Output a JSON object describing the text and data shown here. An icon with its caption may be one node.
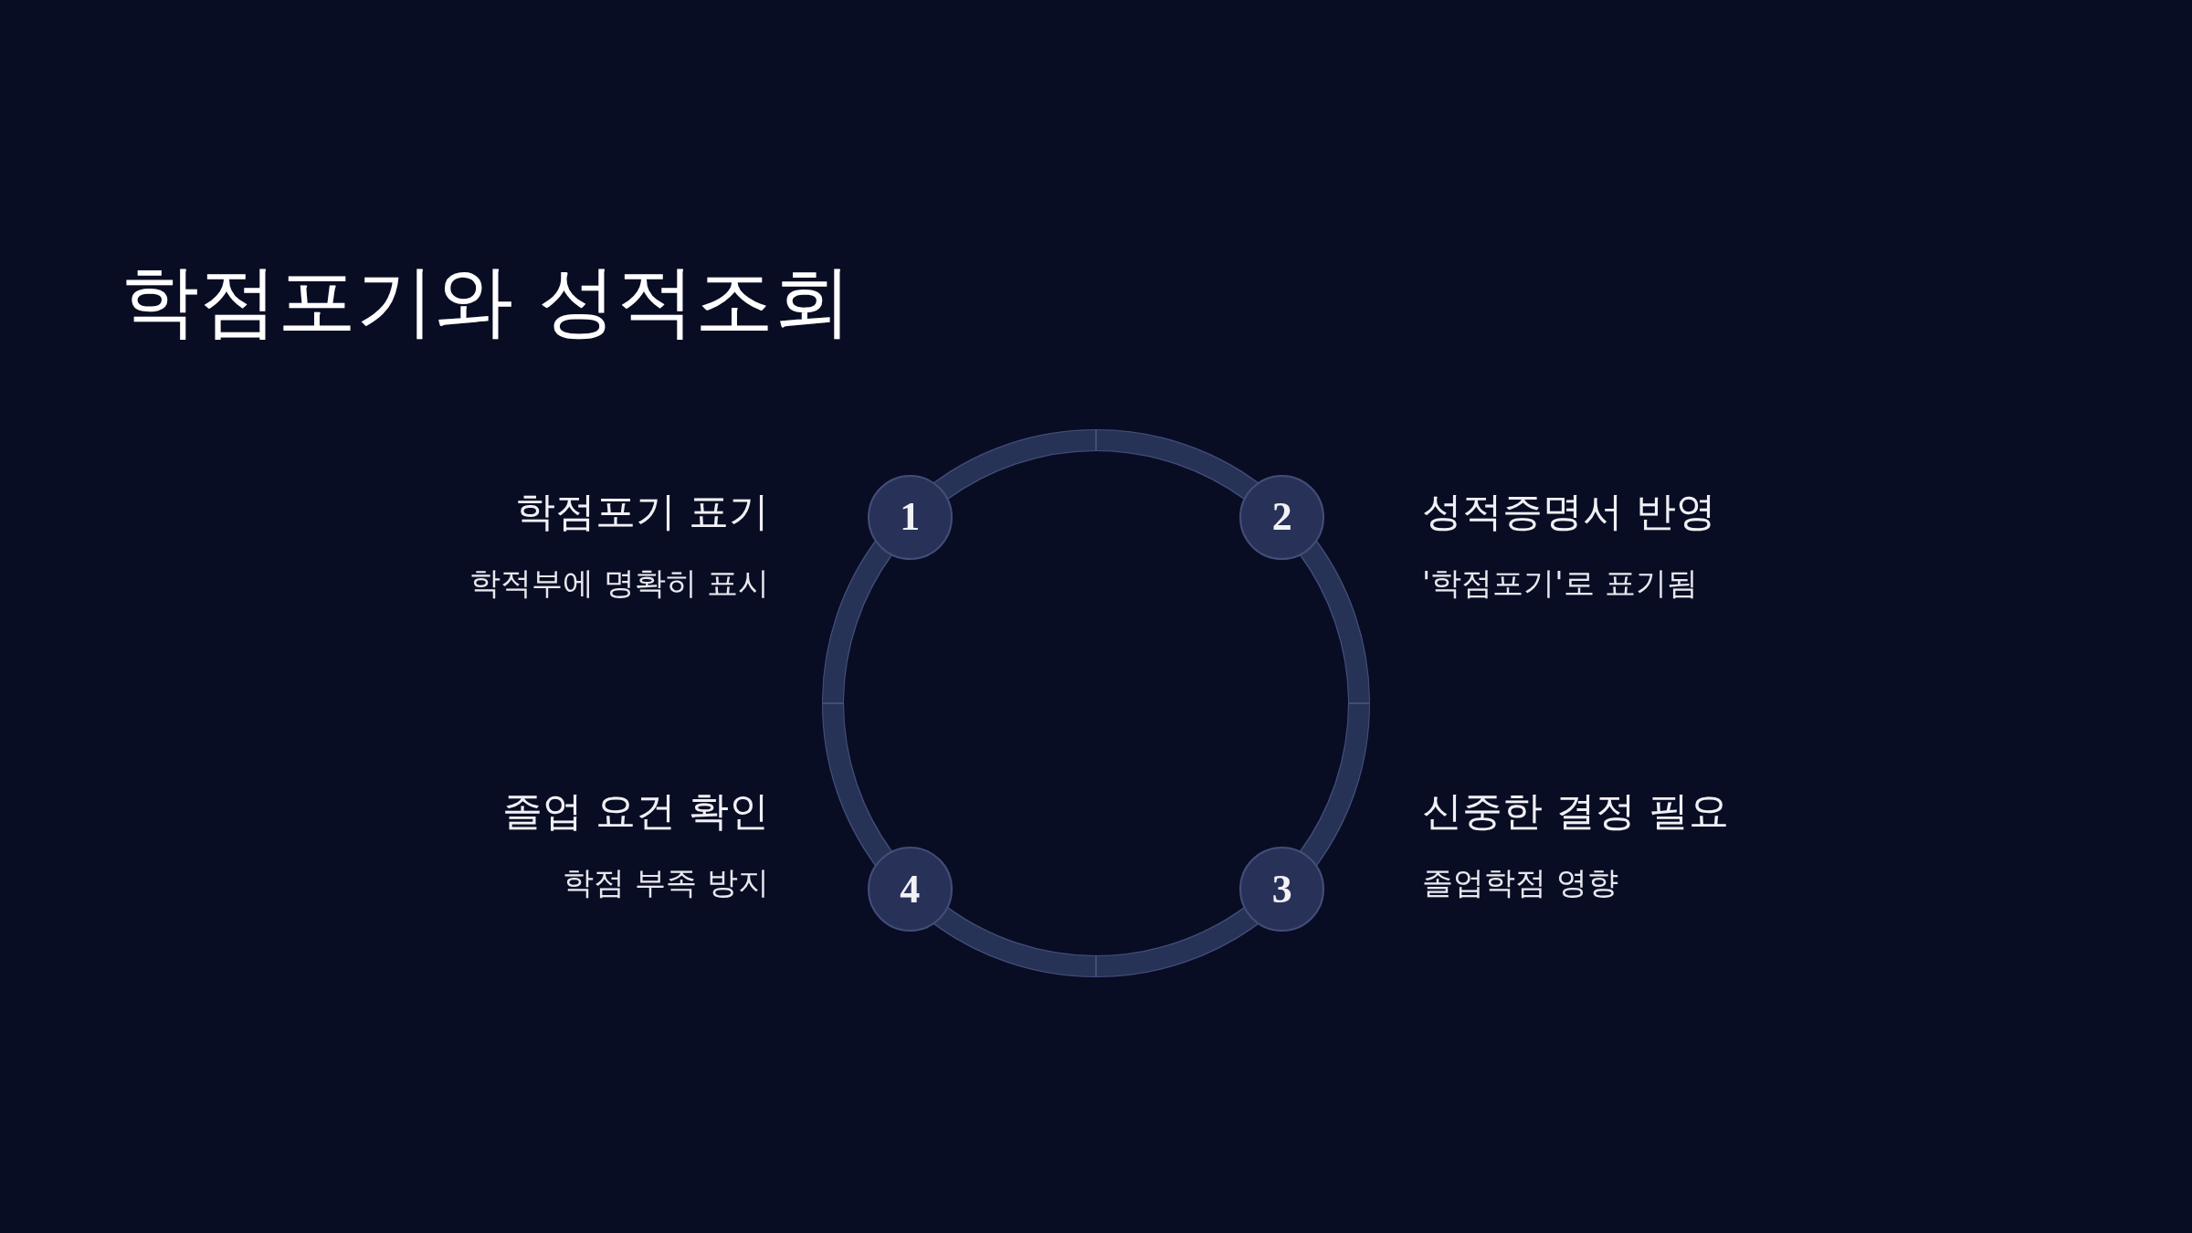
{
  "diagram": {
    "title": "학점포기와 성적조회",
    "nodes": [
      {
        "text": [
          "1"
        ],
        "beside": [
          "학점포기 표기",
          "학적부에 명확히 표시"
        ]
      },
      {
        "text": [
          "2"
        ],
        "beside": [
          "성적증명서 반영",
          "'학점포기'로 표기됨"
        ]
      },
      {
        "text": [
          "3"
        ],
        "beside": [
          "신중한 결정 필요",
          "졸업학점 영향"
        ]
      },
      {
        "text": [
          "4"
        ],
        "beside": [
          "졸업 요건 확인",
          "학점 부족 방지"
        ]
      }
    ],
    "edges": [
      {
        "from": 0,
        "to": 1,
        "arrow": "none"
      },
      {
        "from": 1,
        "to": 2,
        "arrow": "none"
      },
      {
        "from": 2,
        "to": 3,
        "arrow": "none"
      },
      {
        "from": 3,
        "to": 0,
        "arrow": "none"
      }
    ]
  }
}
